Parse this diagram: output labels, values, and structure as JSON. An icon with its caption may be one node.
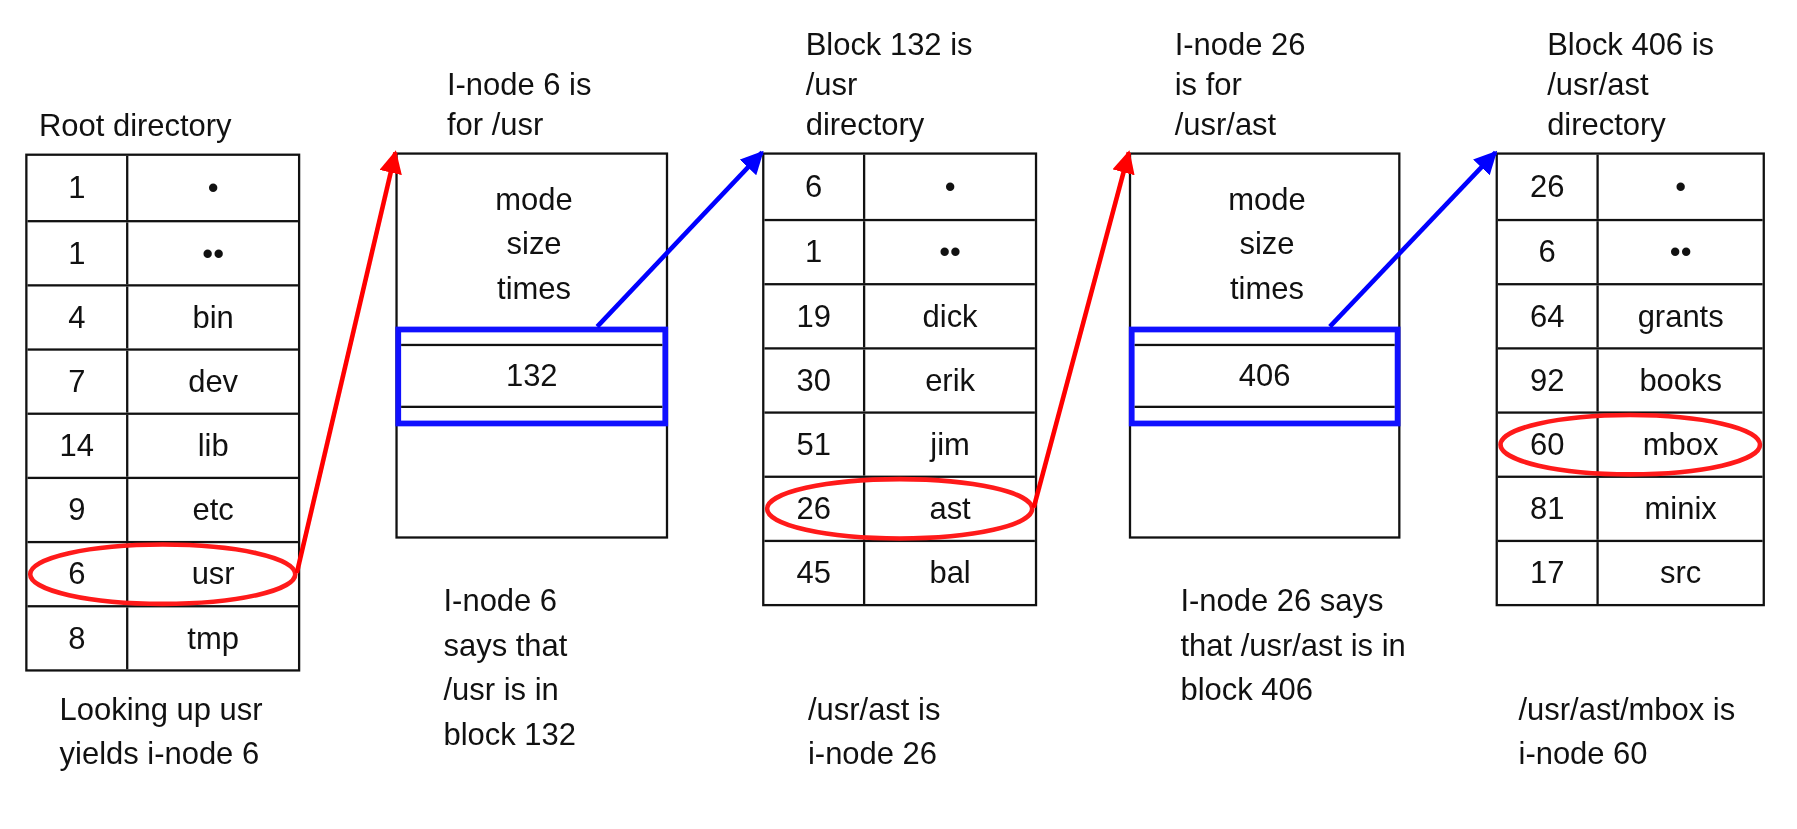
{
  "diagram": {
    "nodes": [
      {
        "text": [
          "Root directory"
        ],
        "beside": [
          "Looking up usr yields i-node 6"
        ]
      },
      {
        "text": [
          "1",
          "•"
        ],
        "in": 0
      },
      {
        "text": [
          "1",
          "••"
        ],
        "in": 0
      },
      {
        "text": [
          "4",
          "bin"
        ],
        "in": 0
      },
      {
        "text": [
          "7",
          "dev"
        ],
        "in": 0
      },
      {
        "text": [
          "14",
          "lib"
        ],
        "in": 0
      },
      {
        "text": [
          "9",
          "etc"
        ],
        "in": 0
      },
      {
        "text": [],
        "shape": "ellipse",
        "in": 0
      },
      {
        "text": [
          "6",
          "usr"
        ],
        "in": 7
      },
      {
        "text": [
          "8",
          "tmp"
        ],
        "in": 0
      },
      {
        "text": [
          "I-node 6 is for /usr",
          "mode size times"
        ],
        "beside": [
          "I-node 6 says that /usr is in block 132"
        ]
      },
      {
        "text": [],
        "shape": "box",
        "in": 10
      },
      {
        "text": [
          "132"
        ],
        "in": 11
      },
      {
        "text": [
          "Block 132 is /usr directory"
        ],
        "beside": [
          "/usr/ast is i-node 26"
        ]
      },
      {
        "text": [
          "6",
          "•"
        ],
        "in": 13
      },
      {
        "text": [
          "1",
          "••"
        ],
        "in": 13
      },
      {
        "text": [
          "19",
          "dick"
        ],
        "in": 13
      },
      {
        "text": [
          "30",
          "erik"
        ],
        "in": 13
      },
      {
        "text": [
          "51",
          "jim"
        ],
        "in": 13
      },
      {
        "text": [],
        "shape": "ellipse",
        "in": 13
      },
      {
        "text": [
          "26",
          "ast"
        ],
        "in": 19
      },
      {
        "text": [
          "45",
          "bal"
        ],
        "in": 13
      },
      {
        "text": [
          "I-node 26 is for /usr/ast",
          "mode size times"
        ],
        "beside": [
          "I-node 26 says that /usr/ast is in block 406"
        ]
      },
      {
        "text": [],
        "shape": "box",
        "in": 22
      },
      {
        "text": [
          "406"
        ],
        "in": 23
      },
      {
        "text": [
          "Block 406 is /usr/ast directory"
        ],
        "beside": [
          "/usr/ast/mbox is i-node 60"
        ]
      },
      {
        "text": [
          "26",
          "•"
        ],
        "in": 25
      },
      {
        "text": [
          "6",
          "••"
        ],
        "in": 25
      },
      {
        "text": [
          "64",
          "grants"
        ],
        "in": 25
      },
      {
        "text": [
          "92",
          "books"
        ],
        "in": 25
      },
      {
        "text": [],
        "shape": "ellipse",
        "in": 25
      },
      {
        "text": [
          "60",
          "mbox"
        ],
        "in": 30
      },
      {
        "text": [
          "81",
          "minix"
        ],
        "in": 25
      },
      {
        "text": [
          "17",
          "src"
        ],
        "in": 25
      }
    ],
    "edges": [
      {
        "from": 7,
        "to": 10,
        "arrow": "to",
        "color": "#ff0000"
      },
      {
        "from": 11,
        "to": 13,
        "arrow": "to",
        "color": "#0000ff"
      },
      {
        "from": 19,
        "to": 22,
        "arrow": "to",
        "color": "#ff0000"
      },
      {
        "from": 23,
        "to": 25,
        "arrow": "to",
        "color": "#0000ff"
      }
    ]
  }
}
